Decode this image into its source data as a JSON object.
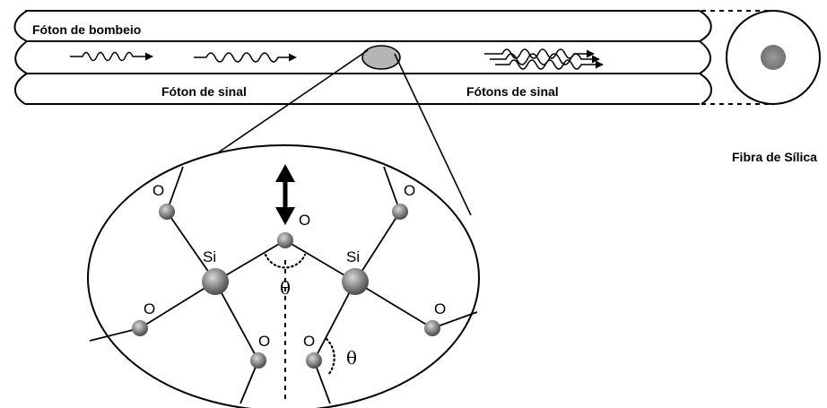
{
  "fiber": {
    "pump_photon_label": "Fóton de bombeio",
    "signal_photon_label": "Fóton de sinal",
    "signal_photons_label": "Fótons de sinal",
    "cross_section_label": "Fibra de Sílica"
  },
  "lattice": {
    "atoms": {
      "si_left": "Si",
      "si_right": "Si",
      "o_top": "O",
      "o_upper_left": "O",
      "o_upper_right": "O",
      "o_mid_left": "O",
      "o_mid_right": "O",
      "o_bottom_left": "O",
      "o_bottom_right": "O"
    },
    "angle_center": "θ",
    "angle_right": "θ"
  },
  "colors": {
    "stroke": "#000000",
    "atom_fill": "#8a8a8a",
    "scatter_fill": "#b5b5b5",
    "core_fill": "#8c8c8c"
  }
}
